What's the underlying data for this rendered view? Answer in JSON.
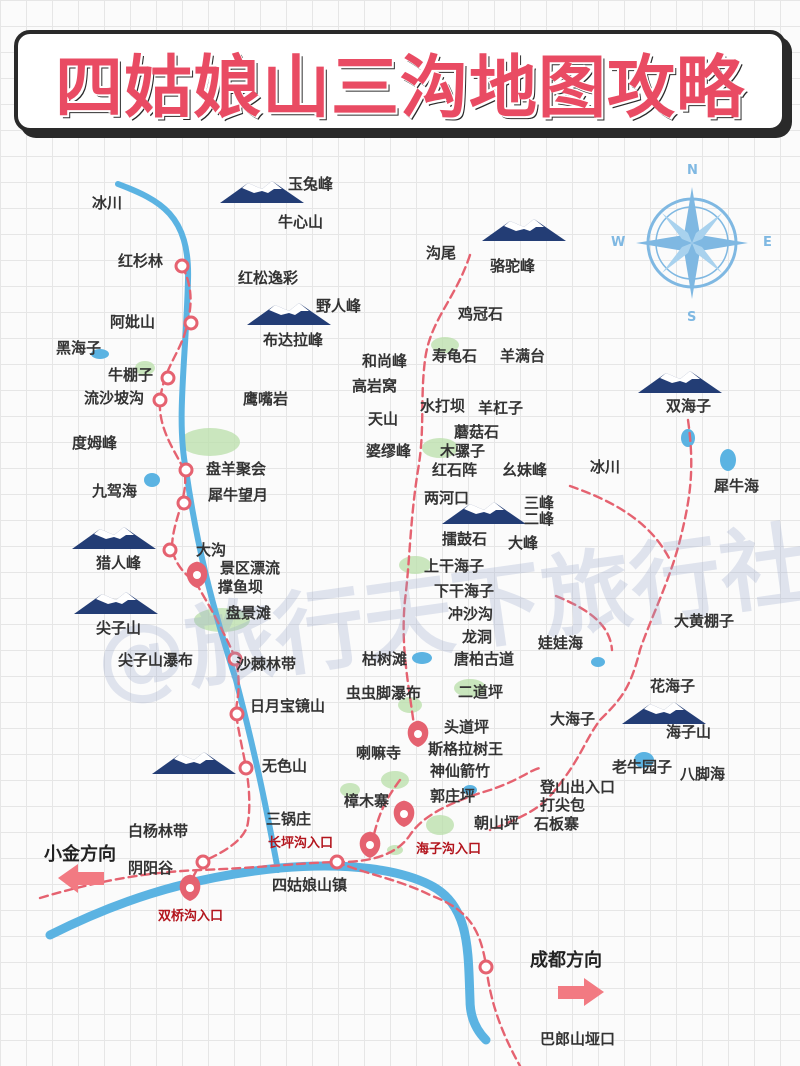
{
  "title": "四姑娘山三沟地图攻略",
  "watermark": "@旅行天下旅行社",
  "colors": {
    "title_text": "#e94b63",
    "river": "#5bb3e2",
    "trail": "#e56270",
    "mountain": "#233d75",
    "marker": "#e56270",
    "vegetation": "#b9dfa9",
    "entrance_text": "#b3151d",
    "compass": "#7fb8e2"
  },
  "compass": {
    "icon": "compass-rose-icon",
    "n": "N",
    "s": "S",
    "e": "E",
    "w": "W"
  },
  "directions": {
    "left": {
      "label": "小金方向",
      "icon": "arrow-left-icon"
    },
    "right": {
      "label": "成都方向",
      "icon": "arrow-right-icon"
    }
  },
  "entrances": {
    "shuangqiao": "双桥沟入口",
    "changping": "长坪沟入口",
    "haizi": "海子沟入口"
  },
  "labels": {
    "bingchuan_left": "冰川",
    "hongshanlin": "红杉林",
    "anieshan": "阿妣山",
    "heihaizi": "黑海子",
    "niupengzi": "牛棚子",
    "liushapogou": "流沙坡沟",
    "dumufeng": "度姆峰",
    "jiujiahai": "九驾海",
    "lierenfeng": "猎人峰",
    "jianzishan": "尖子山",
    "jianzishan_pubu": "尖子山瀑布",
    "yutufeng": "玉兔峰",
    "niuxinshan": "牛心山",
    "hongsongyicai": "红松逸彩",
    "yerenfeng": "野人峰",
    "budalafeng": "布达拉峰",
    "yingzuiyan": "鹰嘴岩",
    "panyangjuhui": "盘羊聚会",
    "xiniuwangyue": "犀牛望月",
    "dagou": "大沟",
    "jingqupiaoliu": "景区漂流",
    "chengyuba": "撑鱼坝",
    "panjingtan": "盘景滩",
    "shajilindai": "沙棘林带",
    "riyuebaojingshan": "日月宝镜山",
    "wuseshan": "无色山",
    "baiyanglindai": "白杨林带",
    "yinyanggu": "阴阳谷",
    "sanguozhuang": "三锅庄",
    "siguniangshanzhen": "四姑娘山镇",
    "gouwei": "沟尾",
    "luotuofeng": "骆驼峰",
    "jiguanshi": "鸡冠石",
    "heshangfeng": "和尚峰",
    "shouguishi": "寿龟石",
    "yangmantai": "羊满台",
    "gaoyanwo": "高岩窝",
    "shuidaba": "水打坝",
    "yanggangzi": "羊杠子",
    "tianshan": "天山",
    "moguoshi": "蘑菇石",
    "poliufeng": "婆缪峰",
    "muluozi": "木骡子",
    "hongshizhen": "红石阵",
    "yaomeifeng": "幺妹峰",
    "lianghekou": "两河口",
    "sanfeng": "三峰",
    "erfeng": "二峰",
    "dagushi": "擂鼓石",
    "dafeng": "大峰",
    "shangganhaizi": "上干海子",
    "xiaganhaizi": "下干海子",
    "chongshagou": "冲沙沟",
    "longdong": "龙洞",
    "kushutan": "枯树滩",
    "tangbaigudao": "唐柏古道",
    "chongchongjiaopubu": "虫虫脚瀑布",
    "erdaoping": "二道坪",
    "toudaoping": "头道坪",
    "lamasi": "喇嘛寺",
    "sigelashuwang": "斯格拉树王",
    "shenxianjianzhu": "神仙箭竹",
    "zhangmuzhai": "樟木寨",
    "guozhuangping": "郭庄坪",
    "chaoshanping": "朝山坪",
    "bingchuan_right": "冰川",
    "shuanghaizi": "双海子",
    "xiniuhai": "犀牛海",
    "dahuangpengzi": "大黄棚子",
    "wawahai": "娃娃海",
    "huahaizi": "花海子",
    "dahaizi": "大海子",
    "haizishan": "海子山",
    "laoniuyuanzi": "老牛园子",
    "bajiaohai": "八脚海",
    "dengshanchukou": "登山出入口",
    "dajianbao": "打尖包",
    "shibanzhai": "石板寨",
    "chengdu_direction_spot": "成都方向",
    "balangshanyakou": "巴郎山垭口"
  }
}
